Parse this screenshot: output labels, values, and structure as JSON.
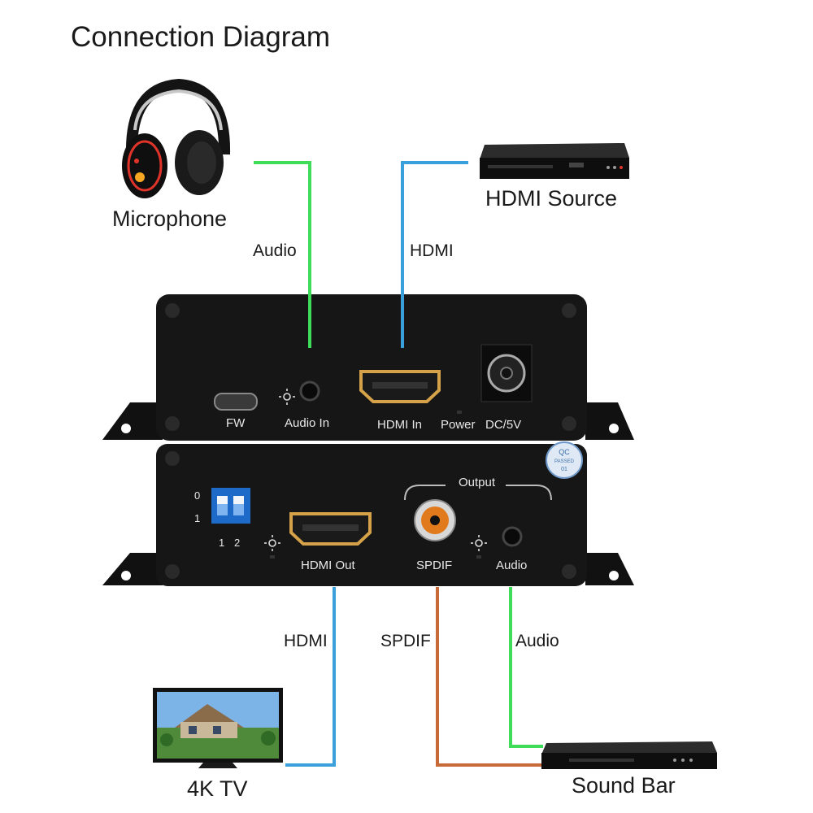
{
  "title": "Connection Diagram",
  "devices": {
    "microphone": "Microphone",
    "hdmi_source": "HDMI Source",
    "tv": "4K TV",
    "sound_bar": "Sound Bar"
  },
  "cables": {
    "audio_in": "Audio",
    "hdmi_in": "HDMI",
    "hdmi_out": "HDMI",
    "spdif": "SPDIF",
    "audio_out": "Audio"
  },
  "top_panel": {
    "fw": "FW",
    "audio_in": "Audio In",
    "hdmi_in": "HDMI In",
    "power": "Power",
    "dc": "DC/5V"
  },
  "bottom_panel": {
    "dip_0": "0",
    "dip_1": "1",
    "dip_sw1": "1",
    "dip_sw2": "2",
    "hdmi_out": "HDMI Out",
    "output": "Output",
    "spdif": "SPDIF",
    "audio": "Audio"
  },
  "qc_sticker": {
    "line1": "QC",
    "line2": "PASSED",
    "line3": "01"
  },
  "colors": {
    "audio_cable": "#3fdc5a",
    "hdmi_cable": "#3aa0dc",
    "spdif_cable": "#c86a38"
  }
}
